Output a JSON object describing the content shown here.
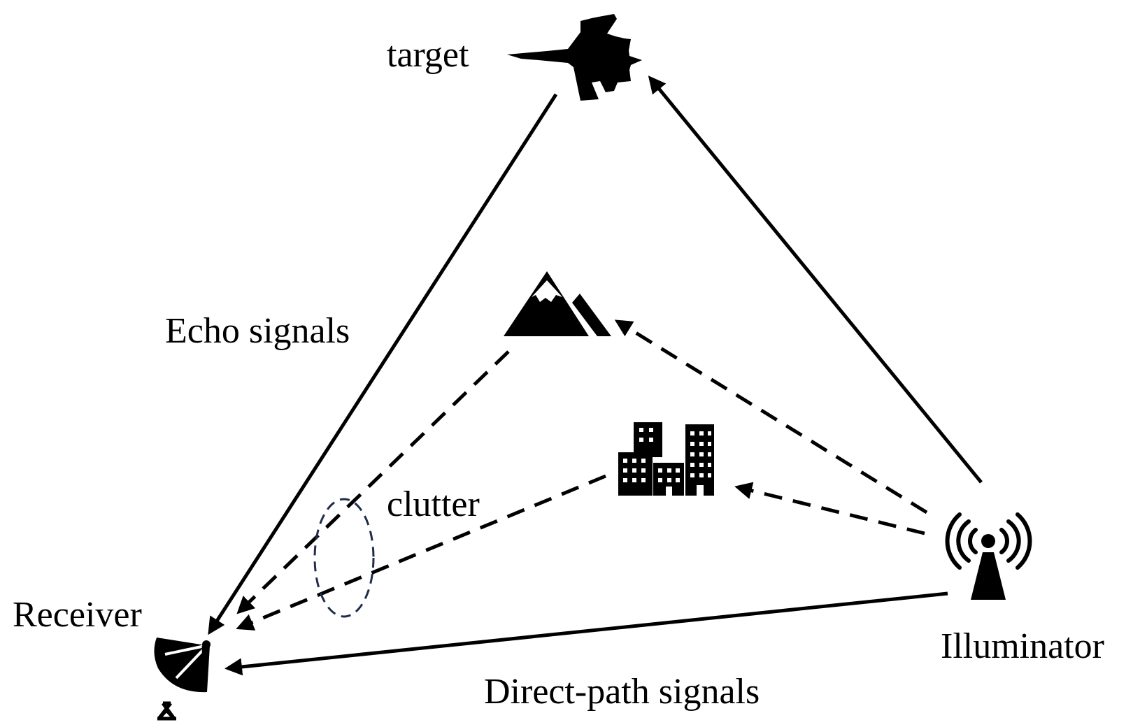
{
  "diagram": {
    "labels": {
      "target": "target",
      "echo_signals": "Echo signals",
      "clutter": "clutter",
      "receiver": "Receiver",
      "illuminator": "Illuminator",
      "direct_path_signals": "Direct-path signals"
    },
    "icons": {
      "target": "fighter-jet-icon",
      "mountain": "mountain-icon",
      "buildings": "city-buildings-icon",
      "receiver": "satellite-dish-icon",
      "illuminator": "broadcast-tower-icon"
    },
    "colors": {
      "ink": "#000000",
      "clutter_ellipse": "#1f2d4a",
      "background": "#ffffff"
    }
  }
}
